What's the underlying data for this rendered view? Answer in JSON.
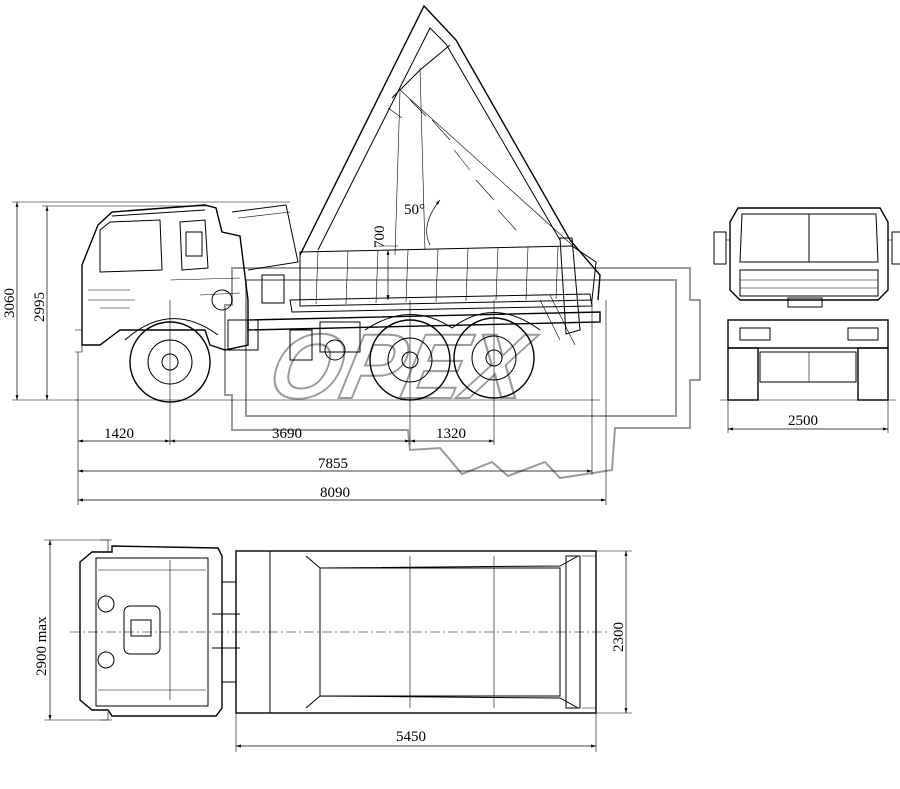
{
  "watermark": {
    "text": "OPEX"
  },
  "side_view": {
    "angle_label": "50",
    "raise_label": "700",
    "height_total": "3060",
    "height_cab": "2995",
    "front_overhang": "1420",
    "wheelbase_front": "3690",
    "wheelbase_rear": "1320",
    "length_frame": "7855",
    "length_total": "8090"
  },
  "front_view": {
    "width": "2500"
  },
  "top_view": {
    "width_max": "2900 max",
    "body_width": "2300",
    "body_length": "5450"
  }
}
